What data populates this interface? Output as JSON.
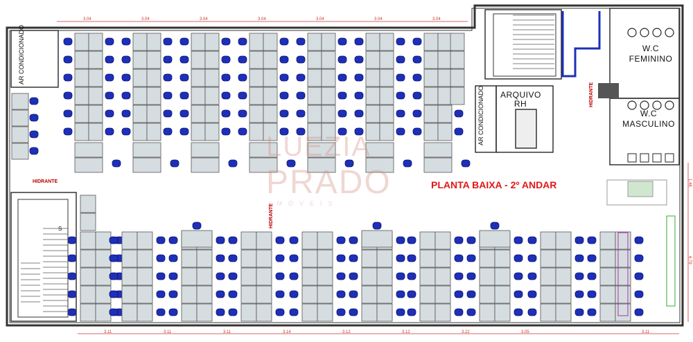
{
  "title": "PLANTA BAIXA - 2º ANDAR",
  "rooms": {
    "ar_cond_left": "AR CONDICIONADO",
    "ar_cond_right": "AR CONDICIONADO",
    "arquivo_line1": "ARQUIVO",
    "arquivo_line2": "RH",
    "wc_fem_line1": "W.C",
    "wc_fem_line2": "FEMININO",
    "wc_masc_line1": "W.C",
    "wc_masc_line2": "MASCULINO"
  },
  "hidrantes": [
    "HIDRANTE",
    "HIDRANTE",
    "HIDRANTE"
  ],
  "stair_marker": "S",
  "dimensions": {
    "top": [
      "3.04",
      "3.04",
      "3.04",
      "3.04",
      "3.04",
      "3.04",
      "3.04"
    ],
    "bottom": [
      "3.11",
      "3.11",
      "3.11",
      "3.14",
      "3.12",
      "3.12",
      "3.22",
      "3.05",
      "3.11"
    ],
    "right": [
      "1.48",
      "6.79"
    ]
  },
  "watermark": {
    "line1": "LUEZIA",
    "line2": "PRADO",
    "line3": "IMÓVEIS"
  },
  "colors": {
    "chair": "#1e2fb8",
    "desk_fill": "#d6dde0",
    "wall": "#333333",
    "title_red": "#e01818",
    "dimension_red": "#cc3333",
    "watermark": "#d28c82"
  }
}
